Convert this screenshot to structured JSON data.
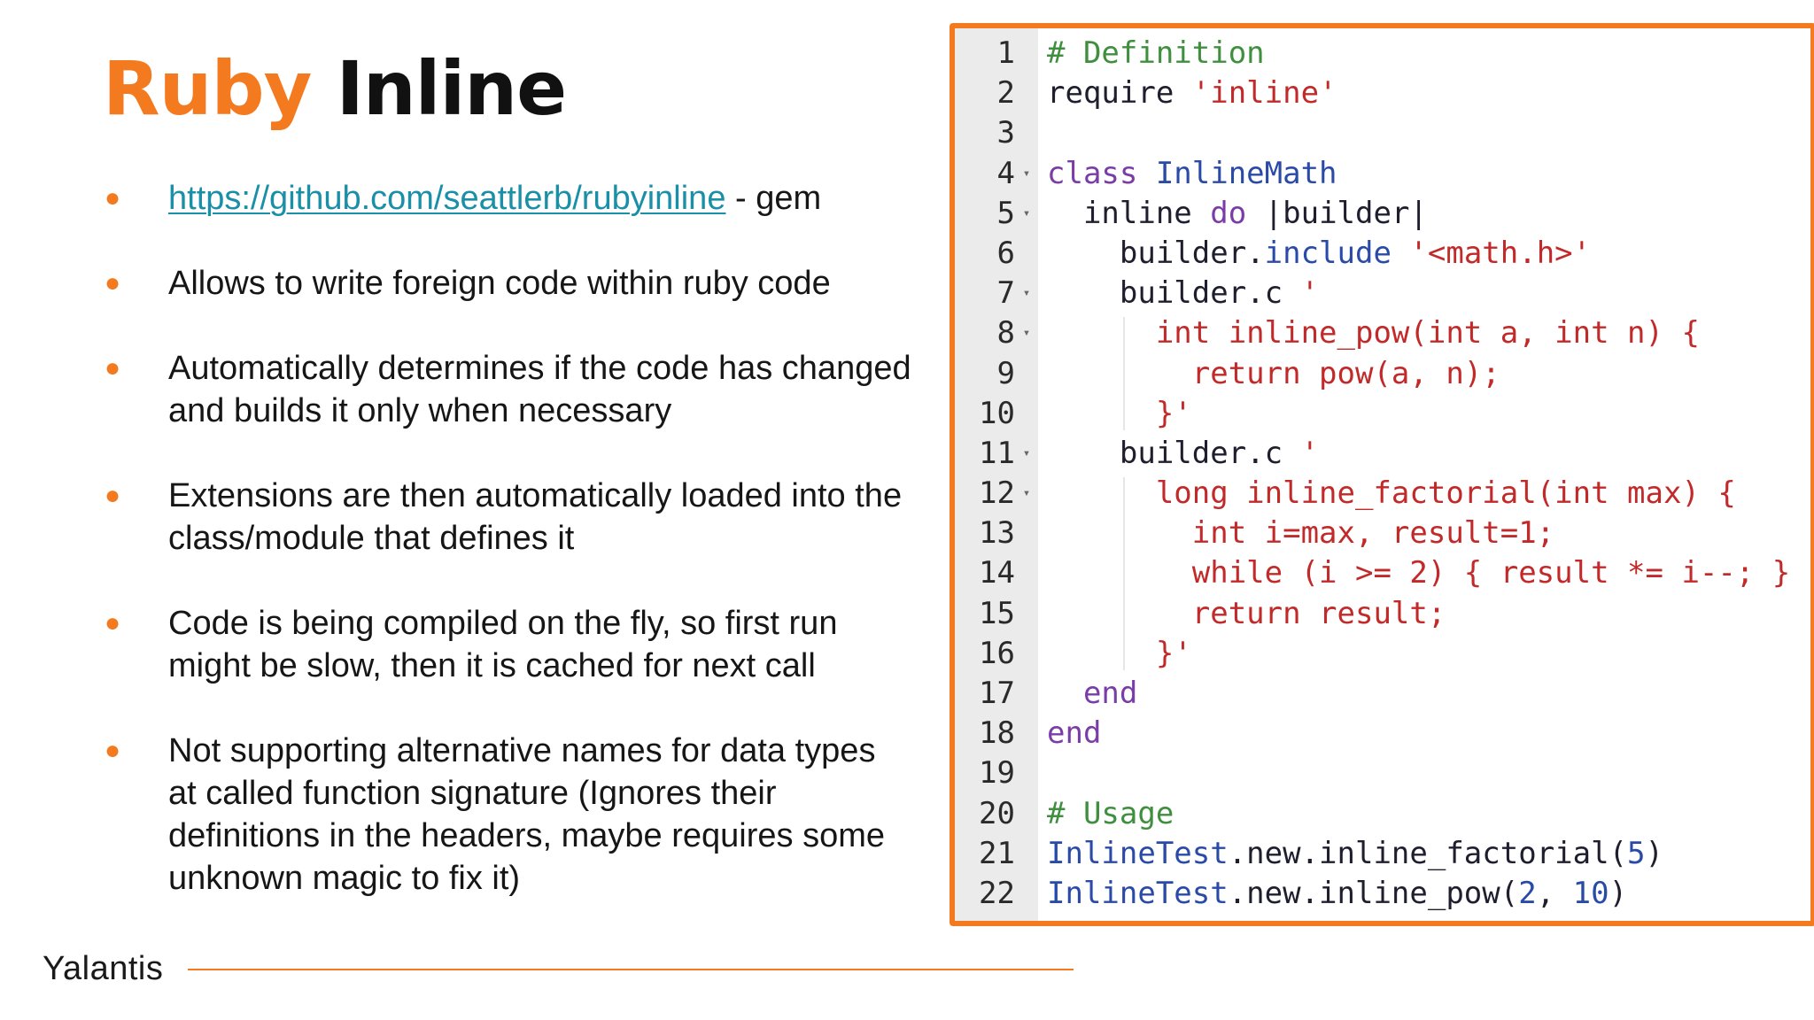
{
  "title": {
    "accent": "Ruby",
    "rest": "Inline"
  },
  "bullet_marker": "●",
  "bullets": [
    {
      "link": "https://github.com/seattlerb/rubyinline",
      "text": " - gem"
    },
    {
      "text": "Allows to write foreign code within ruby code"
    },
    {
      "text": "Automatically determines if the code has changed and builds it only when necessary"
    },
    {
      "text": "Extensions are then automatically loaded into the class/module that defines it"
    },
    {
      "text": "Code is being compiled on the fly, so first run might be slow, then it is cached for next call"
    },
    {
      "text": "Not supporting alternative names for data types at called function signature (Ignores their definitions in the headers, maybe requires some unknown magic to fix it)"
    }
  ],
  "footer": {
    "logo": "Yalantis"
  },
  "colors": {
    "accent": "#f47a1f",
    "link": "#1a8fa8",
    "comment": "#3f8f3f",
    "keyword": "#7a3da8",
    "string": "#c22a2a",
    "constant": "#2a4aa8"
  },
  "code": {
    "fold_icon": "▾",
    "lines": [
      {
        "n": "1",
        "fold": false,
        "tokens": [
          [
            "# Definition",
            "comment"
          ]
        ]
      },
      {
        "n": "2",
        "fold": false,
        "tokens": [
          [
            "require ",
            "plain"
          ],
          [
            "'inline'",
            "string"
          ]
        ]
      },
      {
        "n": "3",
        "fold": false,
        "tokens": []
      },
      {
        "n": "4",
        "fold": true,
        "tokens": [
          [
            "class ",
            "kw"
          ],
          [
            "InlineMath",
            "const"
          ]
        ]
      },
      {
        "n": "5",
        "fold": true,
        "tokens": [
          [
            "  inline ",
            "plain"
          ],
          [
            "do",
            "kw"
          ],
          [
            " |builder|",
            "plain"
          ]
        ]
      },
      {
        "n": "6",
        "fold": false,
        "tokens": [
          [
            "    builder.",
            "plain"
          ],
          [
            "include",
            "const"
          ],
          [
            " ",
            "plain"
          ],
          [
            "'<math.h>'",
            "string"
          ]
        ]
      },
      {
        "n": "7",
        "fold": true,
        "tokens": [
          [
            "    builder.c ",
            "plain"
          ],
          [
            "'",
            "string"
          ]
        ]
      },
      {
        "n": "8",
        "fold": true,
        "tokens": [
          [
            "      int inline_pow(int a, int n) {",
            "string"
          ]
        ]
      },
      {
        "n": "9",
        "fold": false,
        "tokens": [
          [
            "        return pow(a, n);",
            "string"
          ]
        ]
      },
      {
        "n": "10",
        "fold": false,
        "tokens": [
          [
            "      }'",
            "string"
          ]
        ]
      },
      {
        "n": "11",
        "fold": true,
        "tokens": [
          [
            "    builder.c ",
            "plain"
          ],
          [
            "'",
            "string"
          ]
        ]
      },
      {
        "n": "12",
        "fold": true,
        "tokens": [
          [
            "      long inline_factorial(int max) {",
            "string"
          ]
        ]
      },
      {
        "n": "13",
        "fold": false,
        "tokens": [
          [
            "        int i=max, result=1;",
            "string"
          ]
        ]
      },
      {
        "n": "14",
        "fold": false,
        "tokens": [
          [
            "        while (i >= 2) { result *= i--; }",
            "string"
          ]
        ]
      },
      {
        "n": "15",
        "fold": false,
        "tokens": [
          [
            "        return result;",
            "string"
          ]
        ]
      },
      {
        "n": "16",
        "fold": false,
        "tokens": [
          [
            "      }'",
            "string"
          ]
        ]
      },
      {
        "n": "17",
        "fold": false,
        "tokens": [
          [
            "  end",
            "kw"
          ]
        ]
      },
      {
        "n": "18",
        "fold": false,
        "tokens": [
          [
            "end",
            "kw"
          ]
        ]
      },
      {
        "n": "19",
        "fold": false,
        "tokens": []
      },
      {
        "n": "20",
        "fold": false,
        "tokens": [
          [
            "# Usage",
            "comment"
          ]
        ]
      },
      {
        "n": "21",
        "fold": false,
        "tokens": [
          [
            "InlineTest",
            "const"
          ],
          [
            ".new.inline_factorial(",
            "plain"
          ],
          [
            "5",
            "const"
          ],
          [
            ")",
            "plain"
          ]
        ]
      },
      {
        "n": "22",
        "fold": false,
        "tokens": [
          [
            "InlineTest",
            "const"
          ],
          [
            ".new.inline_pow(",
            "plain"
          ],
          [
            "2",
            "const"
          ],
          [
            ", ",
            "plain"
          ],
          [
            "10",
            "const"
          ],
          [
            ")",
            "plain"
          ]
        ]
      }
    ]
  }
}
